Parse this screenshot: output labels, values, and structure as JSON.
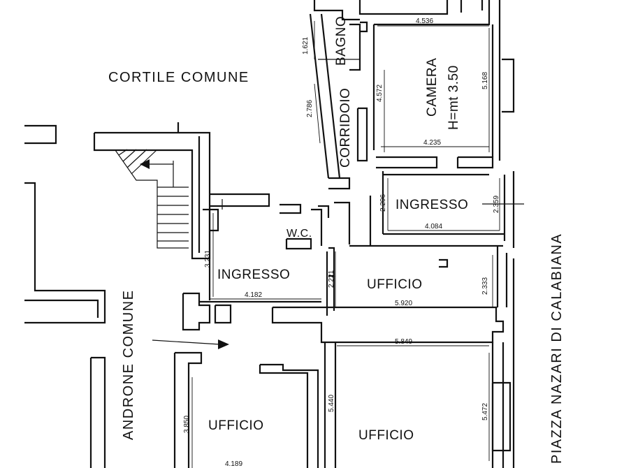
{
  "plan": {
    "labels": {
      "cortile": "CORTILE COMUNE",
      "androne": "ANDRONE COMUNE",
      "piazza": "PIAZZA NAZARI DI CALABIANA"
    },
    "rooms": {
      "bagno": "BAGNO",
      "corridoio": "CORRIDOIO",
      "camera": "CAMERA",
      "camera_height": "H=mt 3.50",
      "ingresso_right": "INGRESSO",
      "wc": "W.C.",
      "ingresso_left": "INGRESSO",
      "ufficio_mid": "UFFICIO",
      "ufficio_bl": "UFFICIO",
      "ufficio_br": "UFFICIO"
    },
    "dimensions": {
      "bagno_h": "1.621",
      "corr_h": "2.786",
      "cam_top": "4.536",
      "cam_left": "4.572",
      "cam_right": "5.168",
      "cam_bottom": "4.235",
      "ingr_left": "2.296",
      "ingr_right": "2.359",
      "ingr_bottom": "4.084",
      "ingl_left": "3.231",
      "ingl_bottom": "4.182",
      "uff_left": "2.221",
      "uff_right": "2.333",
      "uff_bottom": "5.920",
      "uff_br_top": "5.849",
      "uff_bl_left": "3.850",
      "uff_br_left": "5.440",
      "uff_br_right": "5.472",
      "uff_bl_bottom": "4.189"
    }
  }
}
